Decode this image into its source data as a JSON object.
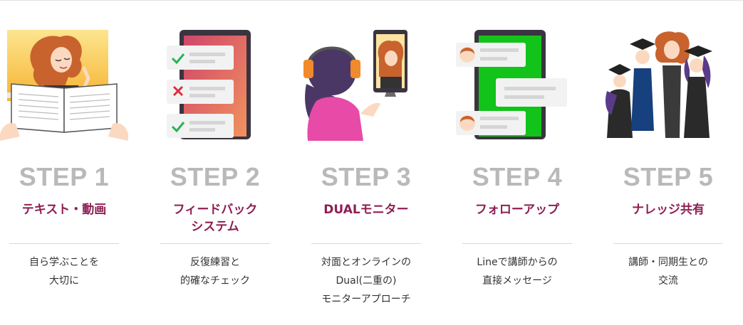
{
  "steps": [
    {
      "step_label": "STEP 1",
      "title_lines": [
        "テキスト・動画"
      ],
      "desc_lines": [
        "自ら学ぶことを",
        "大切に"
      ]
    },
    {
      "step_label": "STEP 2",
      "title_lines": [
        "フィードバック",
        "システム"
      ],
      "desc_lines": [
        "反復練習と",
        "的確なチェック"
      ]
    },
    {
      "step_label": "STEP 3",
      "title_lines": [
        "DUALモニター"
      ],
      "desc_lines": [
        "対面とオンラインの",
        "Dual(二重の)",
        "モニターアプローチ"
      ]
    },
    {
      "step_label": "STEP 4",
      "title_lines": [
        "フォローアップ"
      ],
      "desc_lines": [
        "Lineで講師からの",
        "直接メッセージ"
      ]
    },
    {
      "step_label": "STEP 5",
      "title_lines": [
        "ナレッジ共有"
      ],
      "desc_lines": [
        "講師・同期生との",
        "交流"
      ]
    }
  ],
  "colors": {
    "step_number": "#b9b9b9",
    "title": "#8e1f53",
    "text": "#333333",
    "divider": "#d7d7d7"
  }
}
